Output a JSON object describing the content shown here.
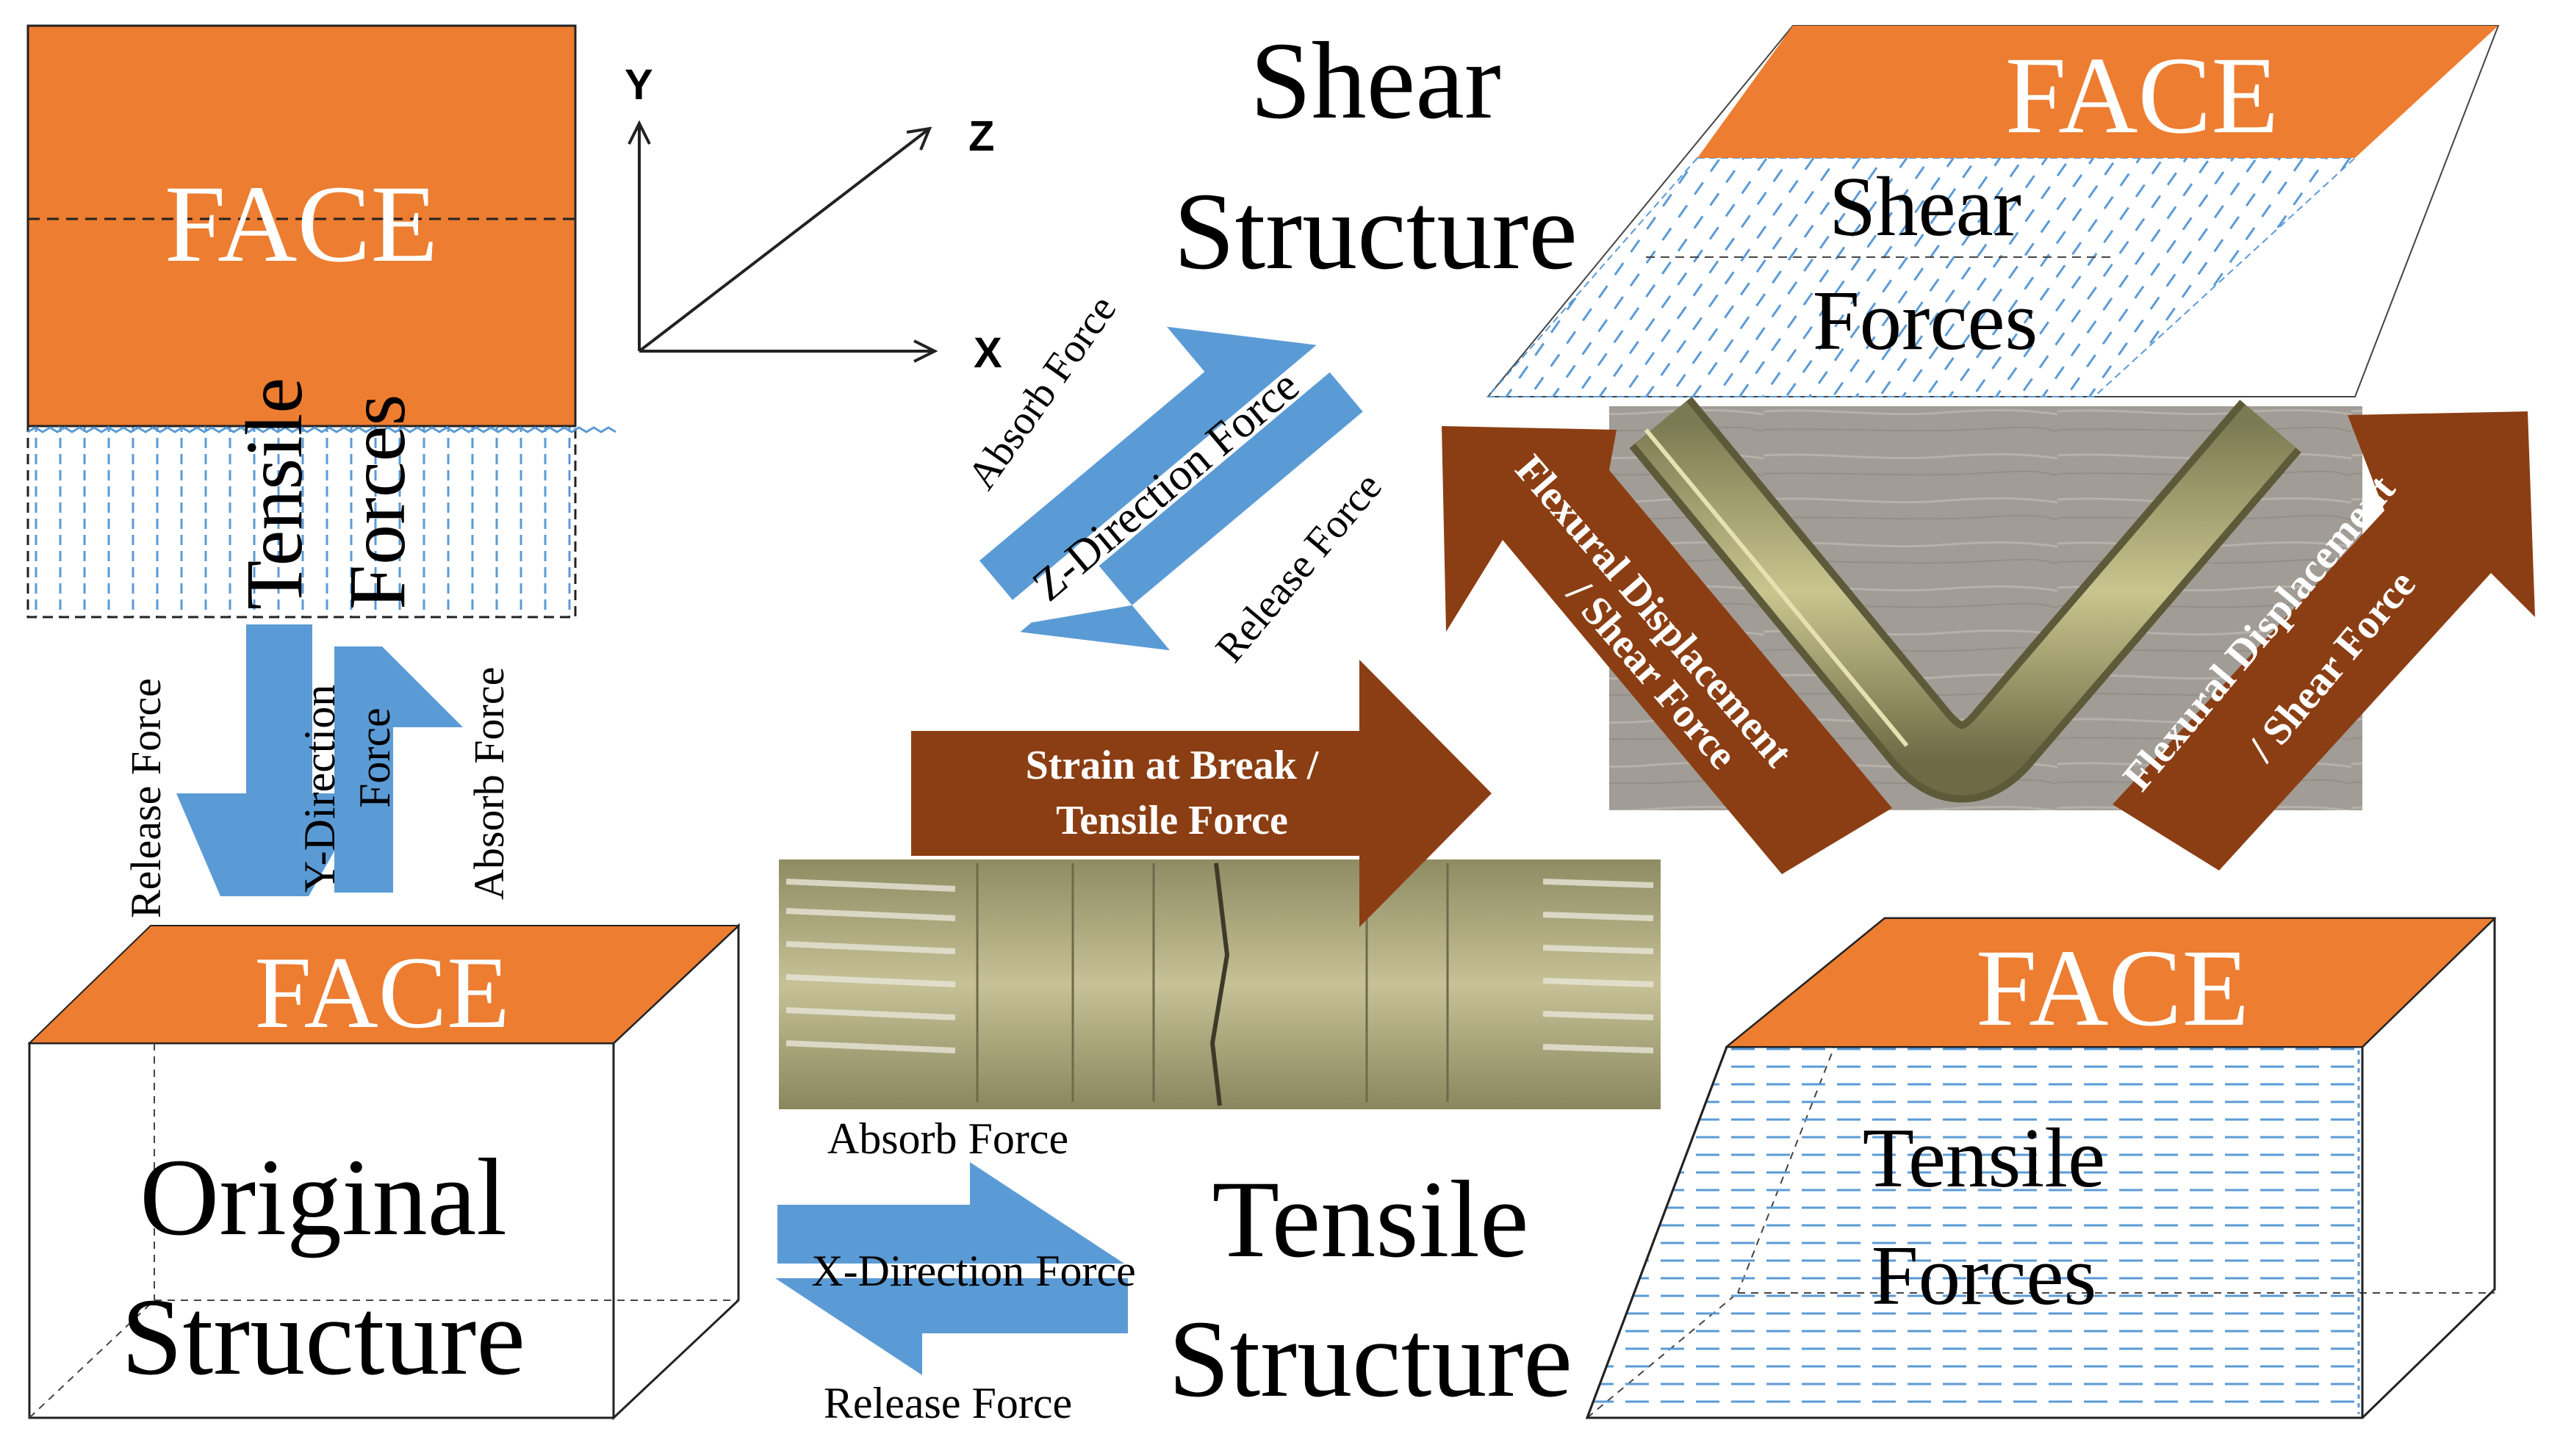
{
  "colors": {
    "face": "#ED7D31",
    "blue_arrow": "#5B9BD5",
    "brown_arrow": "#8B3E13",
    "dash_blue": "#5B9BD5",
    "outline": "#222222"
  },
  "axes": {
    "y": "Y",
    "z": "Z",
    "x": "X"
  },
  "top_left_panel": {
    "face": "FACE",
    "tensile": "Tensile",
    "forces": "Forces",
    "release": "Release Force",
    "absorb": "Absorb Force",
    "y_direction_1": "Y-Direction",
    "y_direction_2": "Force"
  },
  "original": {
    "face": "FACE",
    "line1": "Original",
    "line2": "Structure"
  },
  "shear_title": {
    "line1": "Shear",
    "line2": "Structure"
  },
  "shear_panel": {
    "face": "FACE",
    "line1": "Shear",
    "line2": "Forces",
    "absorb": "Absorb Force",
    "z_direction": "Z-Direction Force",
    "release": "Release Force"
  },
  "flexural": {
    "line1": "Flexural Displacement",
    "line2": "/ Shear Force"
  },
  "strain_arrow": {
    "line1": "Strain at Break /",
    "line2": "Tensile Force"
  },
  "tensile_middle": {
    "absorb": "Absorb Force",
    "x_direction": "X-Direction Force",
    "release": "Release Force",
    "title1": "Tensile",
    "title2": "Structure"
  },
  "tensile_panel": {
    "face": "FACE",
    "line1": "Tensile",
    "line2": "Forces"
  },
  "photos": {
    "bent_specimen": "bent-specimen-photo",
    "tensile_specimen": "tensile-specimen-photo"
  }
}
